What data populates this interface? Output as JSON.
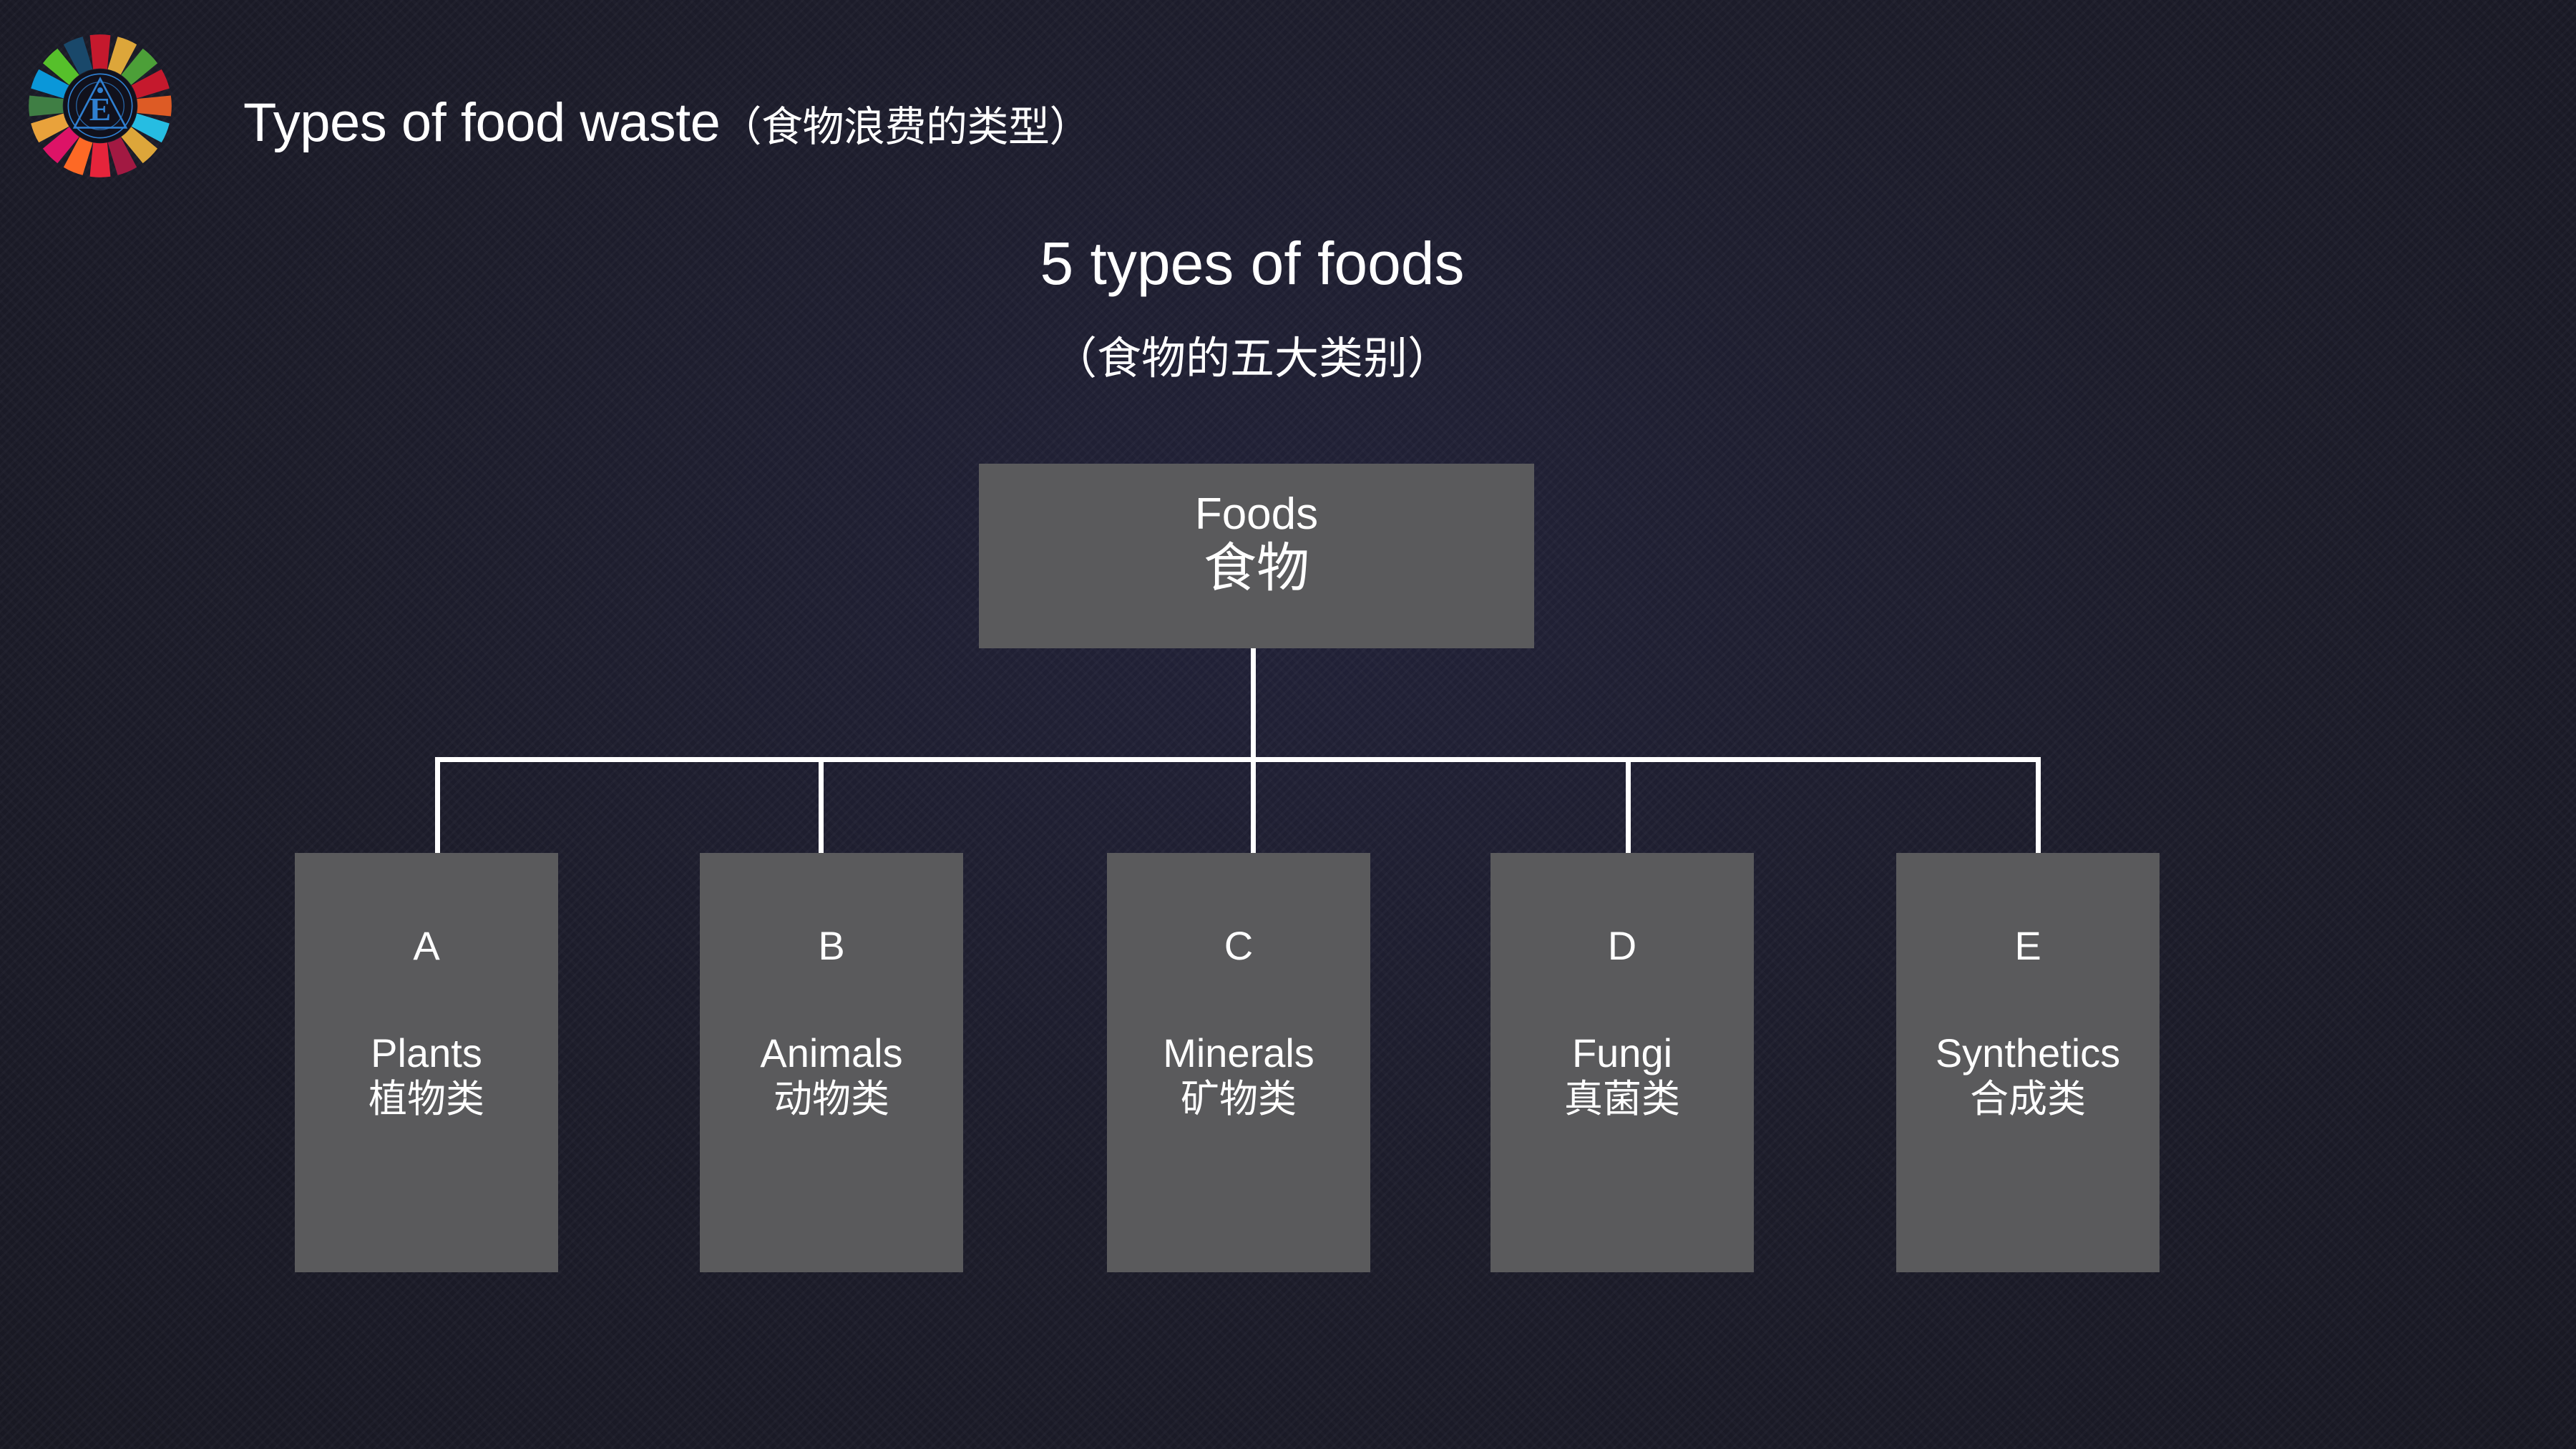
{
  "header": {
    "logo_icon": "sdg-wheel-logo",
    "title_en": "Types of food waste",
    "title_zh": "（食物浪费的类型）"
  },
  "subtitle": {
    "en": "5 types of foods",
    "zh": "（食物的五大类别）"
  },
  "diagram": {
    "root": {
      "en": "Foods",
      "zh": "食物"
    },
    "nodes": [
      {
        "letter": "A",
        "en": "Plants",
        "zh": "植物类"
      },
      {
        "letter": "B",
        "en": "Animals",
        "zh": "动物类"
      },
      {
        "letter": "C",
        "en": "Minerals",
        "zh": "矿物类"
      },
      {
        "letter": "D",
        "en": "Fungi",
        "zh": "真菌类"
      },
      {
        "letter": "E",
        "en": "Synthetics",
        "zh": "合成类"
      }
    ]
  },
  "colors": {
    "background": "#20202f",
    "node_fill": "#5a5a5c",
    "connector": "#ffffff",
    "text": "#ffffff"
  }
}
